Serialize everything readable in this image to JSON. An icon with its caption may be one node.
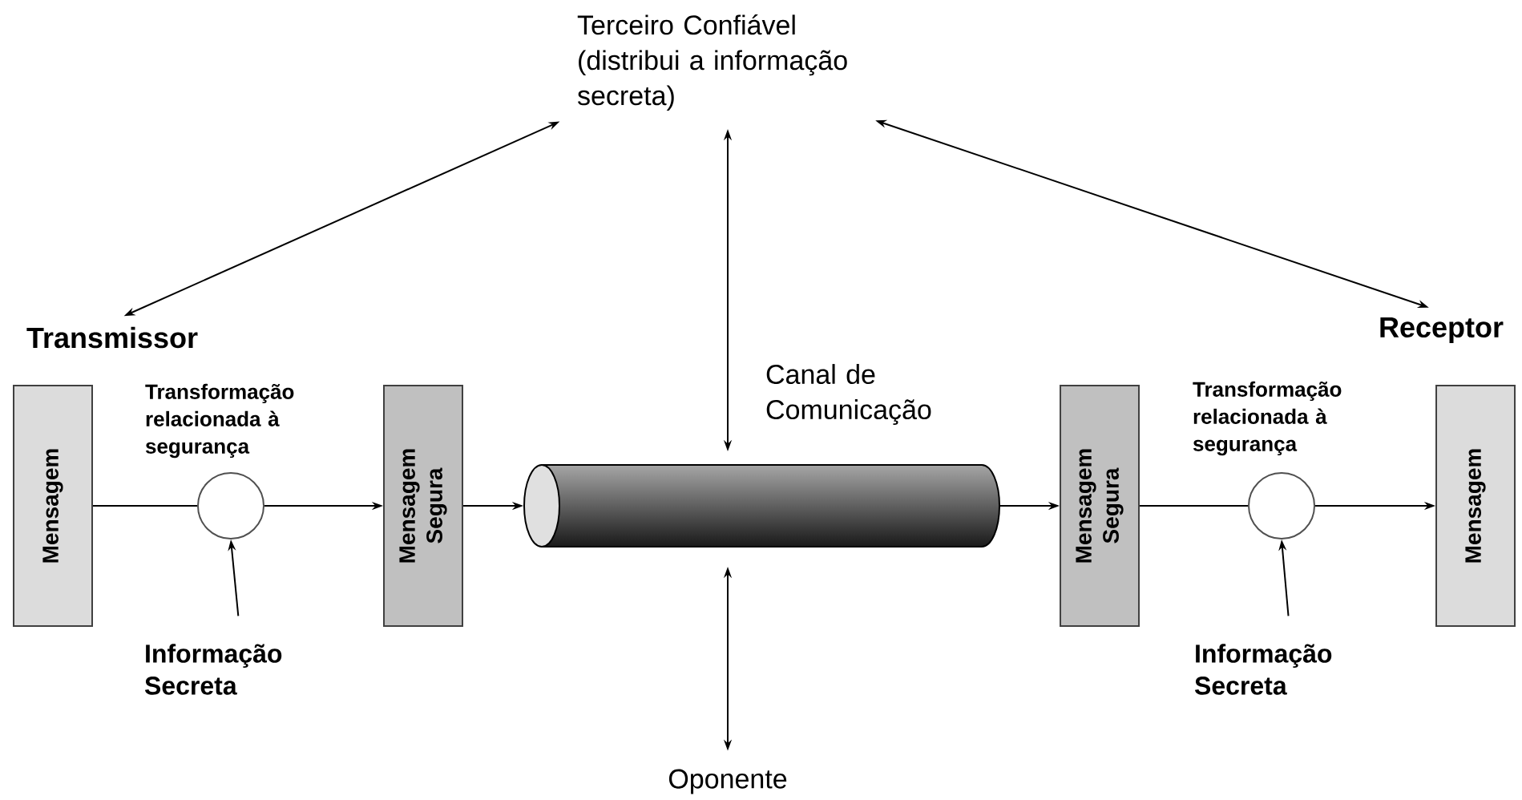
{
  "diagram": {
    "nodes": [
      {
        "text": [
          "Terceiro Confiável (distribui a informação secreta)"
        ]
      },
      {
        "text": [
          "Transmissor"
        ]
      },
      {
        "text": [
          "Receptor"
        ]
      },
      {
        "text": [
          "Mensagem"
        ]
      },
      {
        "text": [
          "Transformação relacionada à segurança"
        ]
      },
      {
        "text": [
          "Informação Secreta"
        ]
      },
      {
        "text": [
          "Mensagem Segura"
        ]
      },
      {
        "text": [],
        "shape": "cylinder",
        "beside": [
          "Canal de Comunicação"
        ]
      },
      {
        "text": [
          "Mensagem Segura"
        ]
      },
      {
        "text": [
          "Transformação relacionada à segurança"
        ]
      },
      {
        "text": [
          "Informação Secreta"
        ]
      },
      {
        "text": [
          "Mensagem"
        ]
      },
      {
        "text": [
          "Oponente"
        ]
      }
    ],
    "edges": [
      {
        "from": 1,
        "to": 0,
        "arrow": "both"
      },
      {
        "from": 0,
        "to": 2,
        "arrow": "both"
      },
      {
        "from": 0,
        "to": 7,
        "arrow": "both"
      },
      {
        "from": 12,
        "to": 7,
        "arrow": "both"
      },
      {
        "from": 3,
        "to": 4,
        "arrow": "none"
      },
      {
        "from": 4,
        "to": 6,
        "arrow": "to"
      },
      {
        "from": 5,
        "to": 4,
        "arrow": "to"
      },
      {
        "from": 6,
        "to": 7,
        "arrow": "to"
      },
      {
        "from": 7,
        "to": 8,
        "arrow": "to"
      },
      {
        "from": 8,
        "to": 9,
        "arrow": "none"
      },
      {
        "from": 9,
        "to": 11,
        "arrow": "to"
      },
      {
        "from": 10,
        "to": 9,
        "arrow": "to"
      }
    ]
  }
}
